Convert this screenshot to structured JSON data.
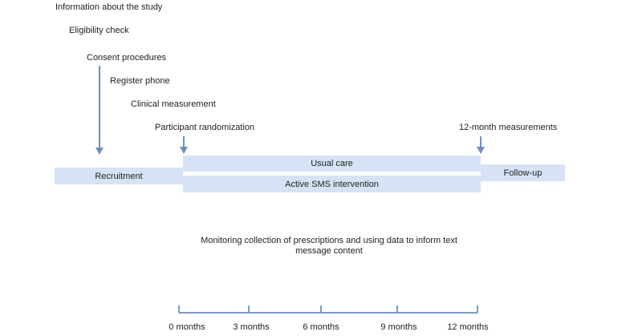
{
  "steps": [
    "Information about the study",
    "Eligibility check",
    "Consent procedures",
    "Register phone",
    "Clinical measurement"
  ],
  "events": {
    "randomization": "Participant randomization",
    "final_measurements": "12-month measurements"
  },
  "phases": {
    "recruitment": "Recruitment",
    "usual_care": "Usual care",
    "intervention": "Active SMS intervention",
    "follow_up": "Follow-up"
  },
  "monitoring_note": "Monitoring collection of prescriptions and using data to inform text message content",
  "timeline": [
    "0 months",
    "3 months",
    "6 months",
    "9 months",
    "12 months"
  ],
  "colors": {
    "bar_fill": "#d6e3f4",
    "arrow": "#6f8fbf",
    "axis": "#7f99c6"
  }
}
